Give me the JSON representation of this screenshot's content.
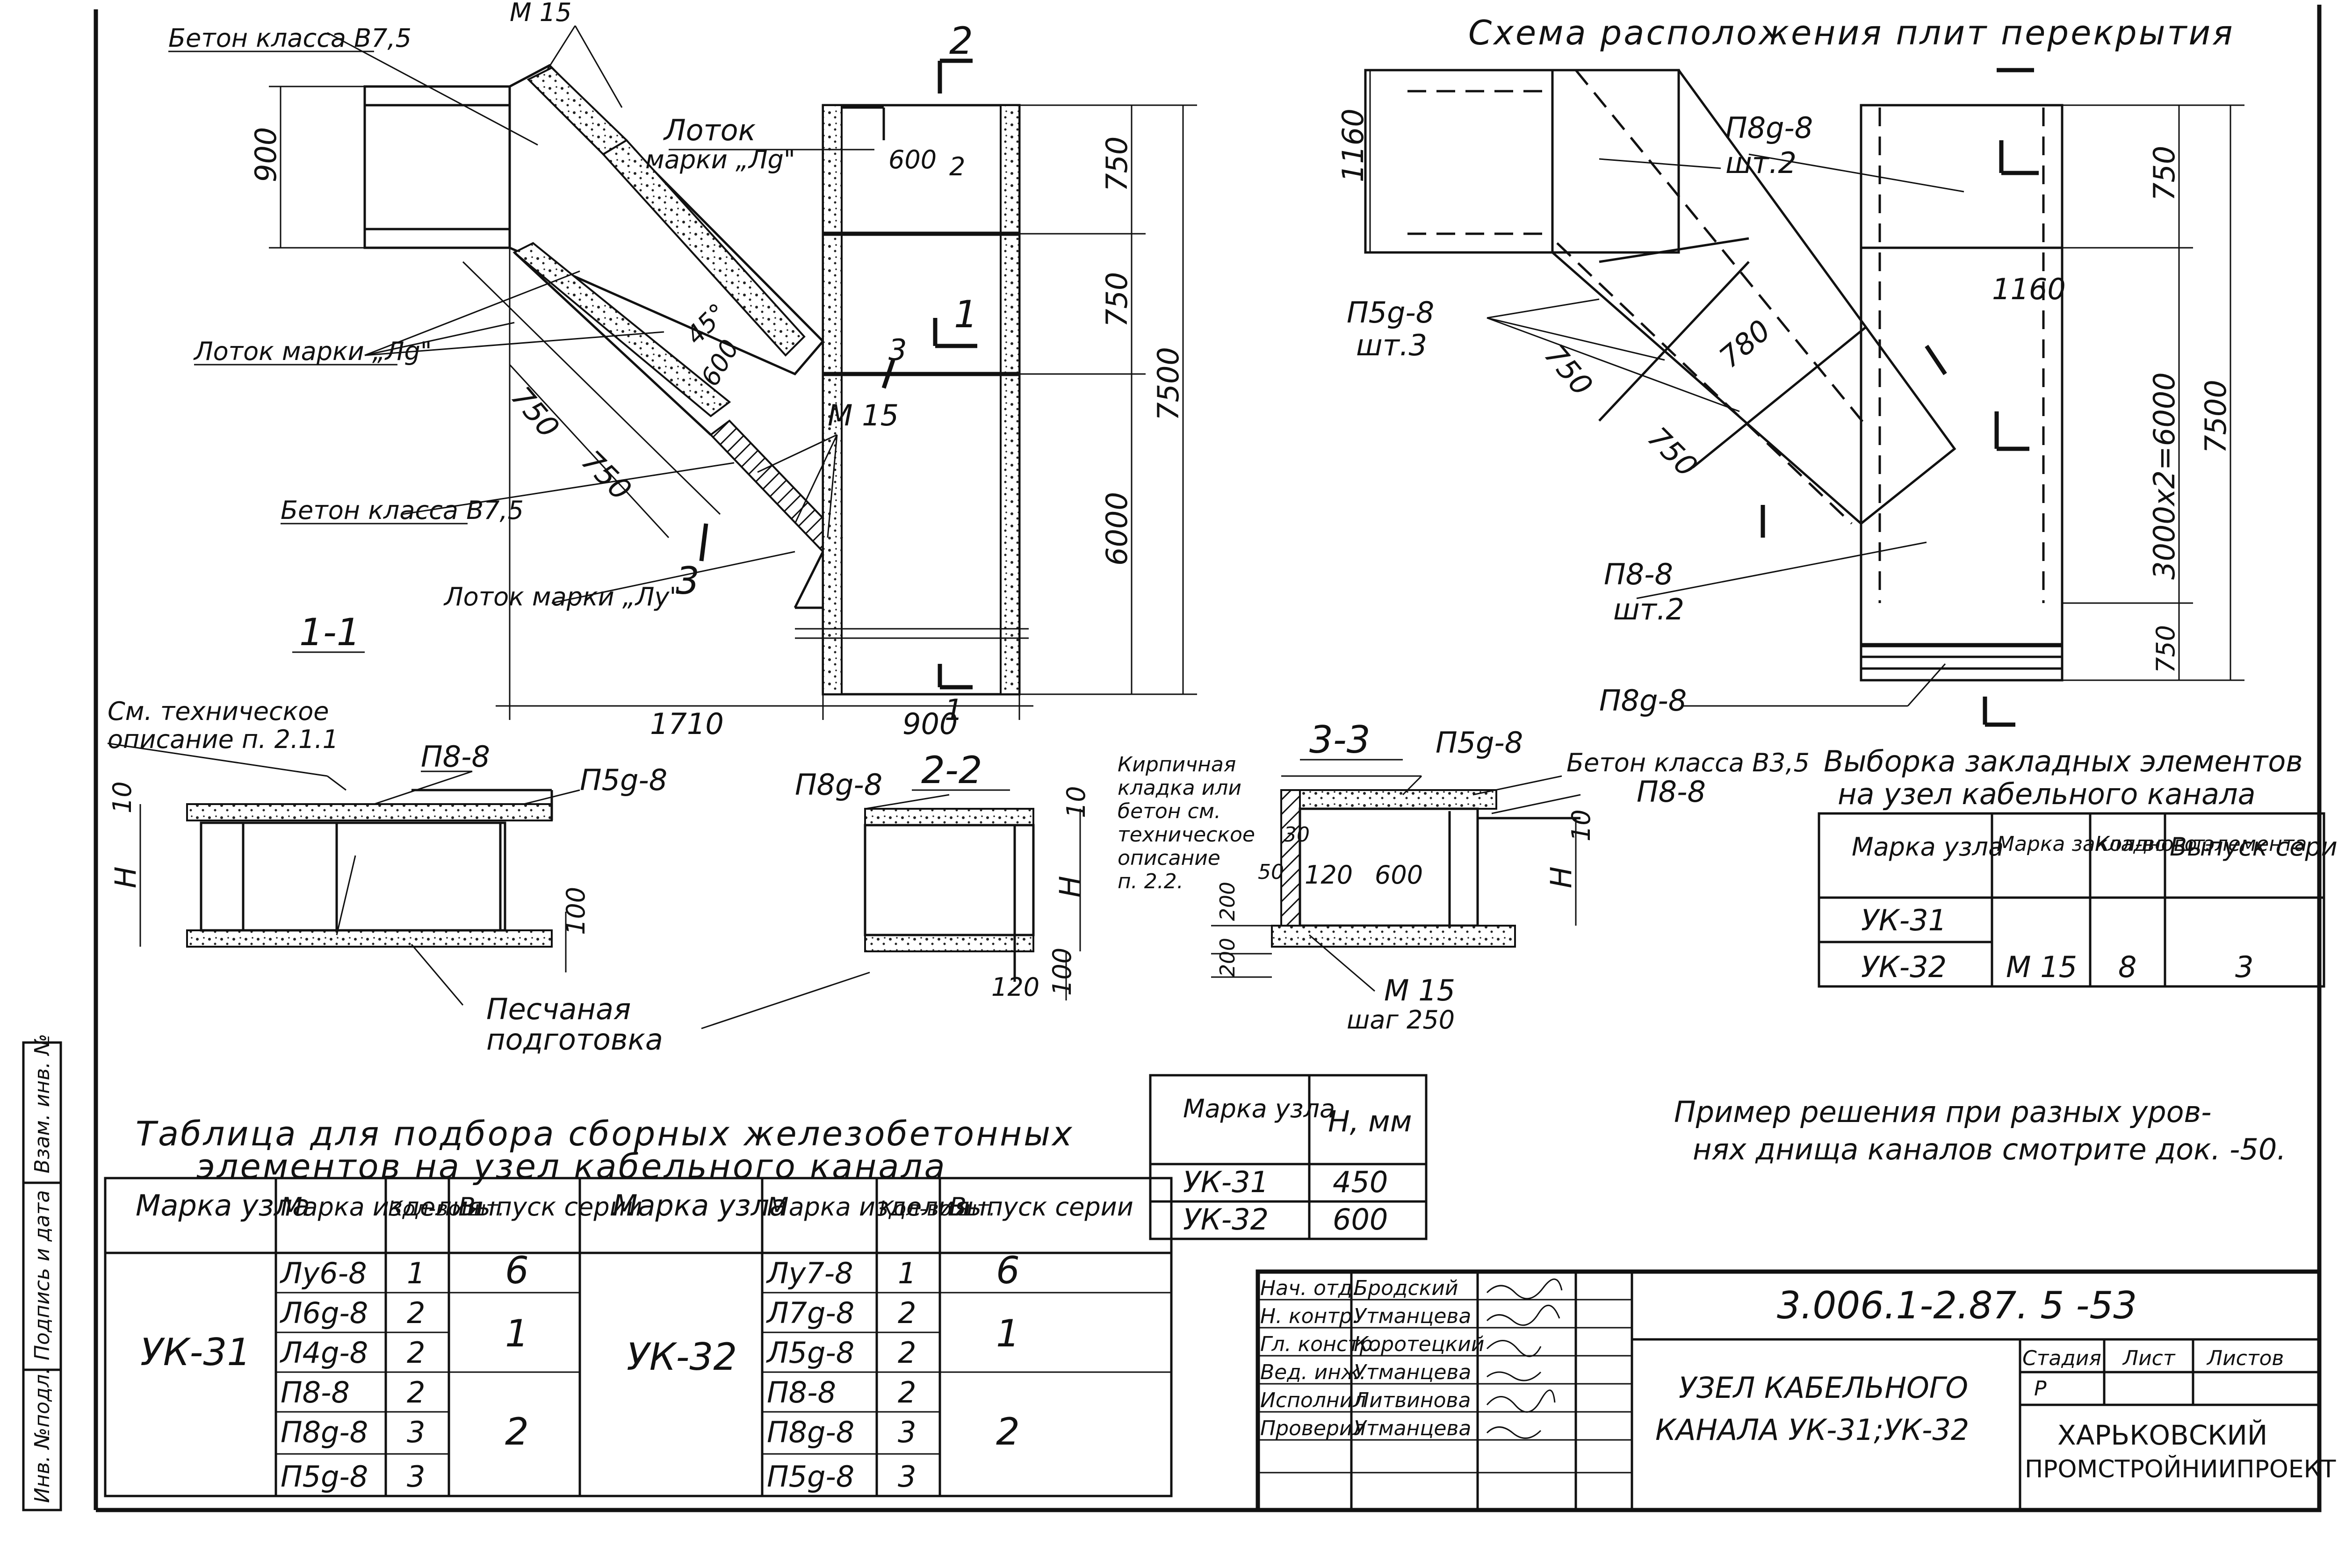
{
  "sheet": {
    "doc_number": "3.006.1-2.87. 5 -53",
    "title_line1": "УЗЕЛ КАБЕЛЬНОГО",
    "title_line2": "КАНАЛА УК-31;УК-32",
    "organization_line1": "ХАРЬКОВСКИЙ",
    "organization_line2": "ПРОМСТРОЙНИИПРОЕКТ",
    "stage_header": "Стадия",
    "sheet_header": "Лист",
    "sheets_header": "Листов",
    "stage_value": "Р",
    "signatures": [
      {
        "role": "Нач. отд.",
        "name": "Бродский"
      },
      {
        "role": "Н. контр.",
        "name": "Утманцева"
      },
      {
        "role": "Гл. констр.",
        "name": "Коротецкий"
      },
      {
        "role": "Вед. инж.",
        "name": "Утманцева"
      },
      {
        "role": "Исполнил",
        "name": "Литвинова"
      },
      {
        "role": "Проверил",
        "name": "Утманцева"
      }
    ],
    "side_stamps": [
      "Инв. №подл.",
      "Подпись и дата",
      "Взам. инв. №"
    ]
  },
  "section_1_1": {
    "label": "1-1",
    "notes": {
      "beton_top": "Бетон класса В7,5",
      "m15_top": "М 15",
      "lotok_ld_a": "Лоток",
      "lotok_ld_b": "марки „Лg\"",
      "lotok_lg": "Лоток марки „Лg\"",
      "beton_mid": "Бетон класса В7,5",
      "m15_mid": "М 15",
      "lotok_lu": "Лоток марки „Лу\""
    },
    "dims": {
      "d900": "900",
      "d750a": "750",
      "d750b": "750",
      "d750_right1": "750",
      "d750_right2": "750",
      "d6000": "6000",
      "d7500": "7500",
      "d1710": "1710",
      "d900_bottom": "900",
      "d600a": "600",
      "d600b": "600",
      "d45": "45°"
    },
    "cut_marks": [
      "2",
      "2",
      "1",
      "3",
      "3",
      "1"
    ]
  },
  "plan": {
    "title": "Схема расположения плит перекрытия",
    "labels": {
      "p8d_8": "П8g-8",
      "sht2": "шт.2",
      "p5d_8": "П5g-8",
      "sht3": "шт.3",
      "p8_8": "П8-8",
      "sht2b": "шт.2",
      "p8d_8_bottom": "П8g-8"
    },
    "dims": {
      "d1160": "1160",
      "d1160b": "1160",
      "d780": "780",
      "d750a": "750",
      "d750b": "750",
      "d750_top": "750",
      "d_mid": "3000x2=6000",
      "d7500": "7500",
      "d750_bottom": "750"
    }
  },
  "section_detail_a": {
    "note_line1": "См. техническое",
    "note_line2": "описание п. 2.1.1",
    "p8_8": "П8-8",
    "p5d_8": "П5g-8",
    "h": "H",
    "d10": "10",
    "d100": "100",
    "sand_line1": "Песчаная",
    "sand_line2": "подготовка"
  },
  "section_2_2": {
    "label": "2-2",
    "p8d_8": "П8g-8",
    "h": "H",
    "d10": "10",
    "d100": "100",
    "d120": "120"
  },
  "section_3_3": {
    "label": "3-3",
    "p5d_8": "П5g-8",
    "beton": "Бетон класса В3,5",
    "p8_8": "П8-8",
    "brick_note": [
      "Кирпичная",
      "кладка или",
      "бетон см.",
      "техническое",
      "описание",
      "п. 2.2."
    ],
    "d30": "30",
    "d50": "50",
    "d120": "120",
    "d600": "600",
    "d200a": "200",
    "d200b": "200",
    "h": "H",
    "d10": "10",
    "m15": "М 15",
    "step": "шаг 250"
  },
  "embedded_table": {
    "title_line1": "Выборка закладных элементов",
    "title_line2": "на узел кабельного канала",
    "headers": [
      "Марка узла",
      "Марка закладного элемента",
      "Кол-во шт.",
      "Выпуск серии"
    ],
    "rows": [
      [
        "УК-31",
        "",
        "",
        ""
      ],
      [
        "УК-32",
        "М 15",
        "8",
        "3"
      ]
    ]
  },
  "h_table": {
    "headers": [
      "Марка узла",
      "H, мм"
    ],
    "rows": [
      [
        "УК-31",
        "450"
      ],
      [
        "УК-32",
        "600"
      ]
    ]
  },
  "note": {
    "line1": "Пример решения при разных уров-",
    "line2": "нях днища каналов смотрите док. -50."
  },
  "selection_table": {
    "title_line1": "Таблица для подбора сборных железобетонных",
    "title_line2": "элементов на узел кабельного канала",
    "headers": [
      "Марка узла",
      "Марка изделия",
      "Кол-во шт.",
      "Выпуск серии"
    ],
    "uk31": {
      "node": "УК-31",
      "rows": [
        [
          "Лу6-8",
          "1"
        ],
        [
          "Л6g-8",
          "2"
        ],
        [
          "Л4g-8",
          "2"
        ],
        [
          "П8-8",
          "2"
        ],
        [
          "П8g-8",
          "3"
        ],
        [
          "П5g-8",
          "3"
        ]
      ],
      "series": [
        "6",
        "1",
        "2"
      ]
    },
    "uk32": {
      "node": "УК-32",
      "rows": [
        [
          "Лу7-8",
          "1"
        ],
        [
          "Л7g-8",
          "2"
        ],
        [
          "Л5g-8",
          "2"
        ],
        [
          "П8-8",
          "2"
        ],
        [
          "П8g-8",
          "3"
        ],
        [
          "П5g-8",
          "3"
        ]
      ],
      "series": [
        "6",
        "1",
        "2"
      ]
    }
  }
}
